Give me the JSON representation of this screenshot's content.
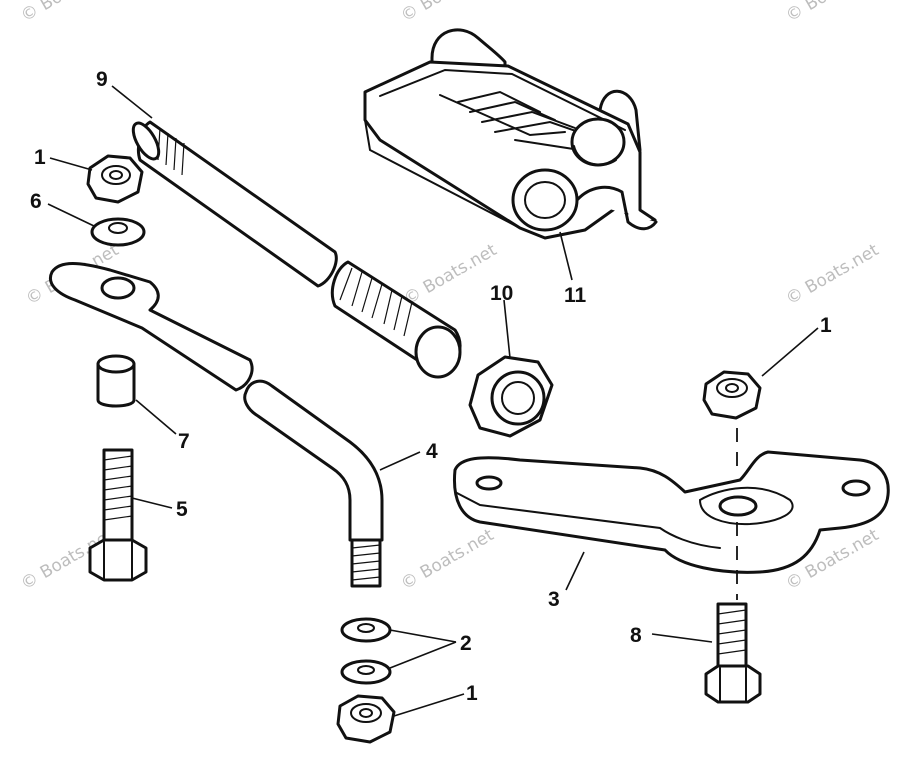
{
  "diagram": {
    "watermark_text": "© Boats.net",
    "callouts": [
      {
        "id": "c-9",
        "text": "9"
      },
      {
        "id": "c-1a",
        "text": "1"
      },
      {
        "id": "c-6",
        "text": "6"
      },
      {
        "id": "c-10",
        "text": "10"
      },
      {
        "id": "c-11",
        "text": "11"
      },
      {
        "id": "c-1b",
        "text": "1"
      },
      {
        "id": "c-7",
        "text": "7"
      },
      {
        "id": "c-4",
        "text": "4"
      },
      {
        "id": "c-5",
        "text": "5"
      },
      {
        "id": "c-3",
        "text": "3"
      },
      {
        "id": "c-8",
        "text": "8"
      },
      {
        "id": "c-2",
        "text": "2"
      },
      {
        "id": "c-1c",
        "text": "1"
      }
    ]
  }
}
